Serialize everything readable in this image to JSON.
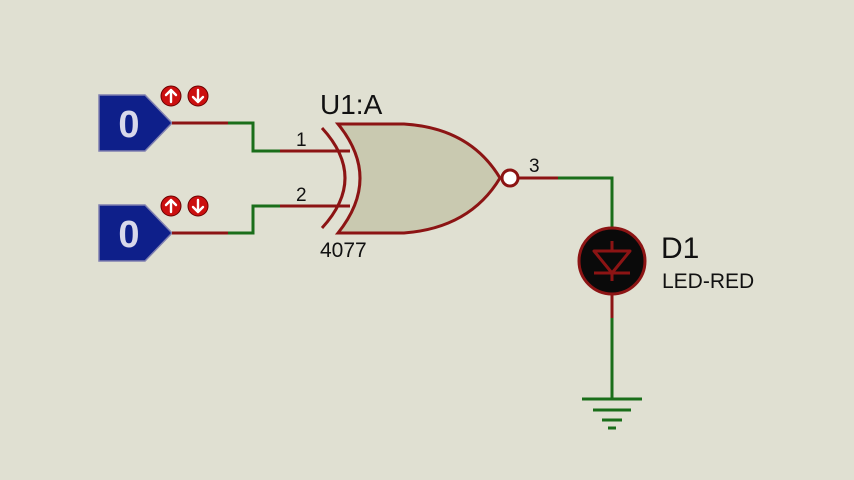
{
  "gate": {
    "ref": "U1:A",
    "part": "4077",
    "pin_in_a": "1",
    "pin_in_b": "2",
    "pin_out": "3"
  },
  "inputs": [
    {
      "state": "0"
    },
    {
      "state": "0"
    }
  ],
  "led": {
    "ref": "D1",
    "part": "LED-RED"
  },
  "colors": {
    "background": "#e0e0d2",
    "wire_low": "#1a6e1a",
    "wire_pin": "#8c1414",
    "probe_fill": "#0e1f8a",
    "gate_fill": "#c9c9b0",
    "led_body": "#0a0a0a",
    "toggle_fill": "#cc1010"
  }
}
